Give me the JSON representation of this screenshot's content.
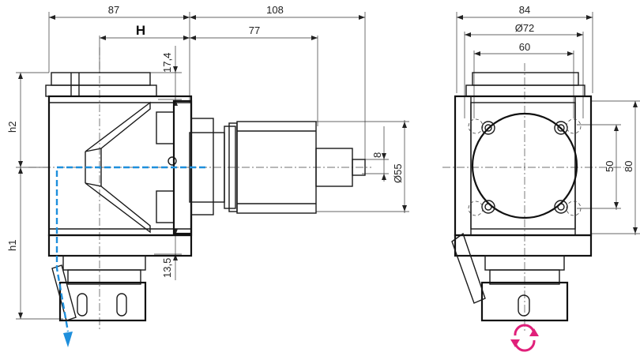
{
  "drawing": {
    "side_view": {
      "dim_overall_left": "87",
      "dim_overall_right": "108",
      "dim_spindle_length": "77",
      "dim_height_top": "17,4",
      "dim_height_bottom": "13,5",
      "dim_shaft_small": "8",
      "dim_shaft_dia": "Ø55",
      "label_H": "H",
      "label_h1": "h1",
      "label_h2": "h2"
    },
    "front_view": {
      "dim_width_84": "84",
      "dim_dia_72": "Ø72",
      "dim_width_60": "60",
      "dim_height_50": "50",
      "dim_height_80": "80"
    },
    "colors": {
      "coolant_arrow": "#1e8fdc",
      "rotation_arrow": "#e0207a",
      "outline": "#111111"
    },
    "icons": {
      "flow_arrow": "down-arrow-icon",
      "rotation": "rotate-icon"
    }
  }
}
